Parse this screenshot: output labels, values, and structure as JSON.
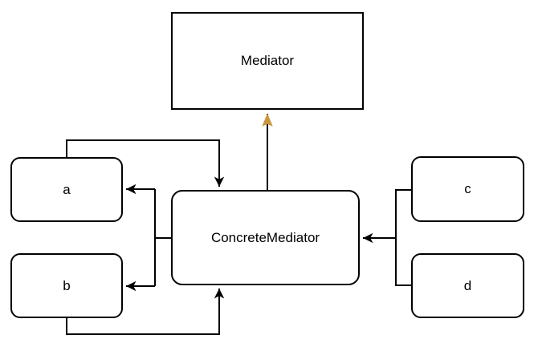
{
  "diagram": {
    "description": "Mediator design pattern object diagram",
    "nodes": [
      {
        "id": "mediator",
        "label": "Mediator",
        "shape": "rectangle"
      },
      {
        "id": "concretemediator",
        "label": "ConcreteMediator",
        "shape": "rounded-rectangle"
      },
      {
        "id": "a",
        "label": "a",
        "shape": "rounded-rectangle"
      },
      {
        "id": "b",
        "label": "b",
        "shape": "rounded-rectangle"
      },
      {
        "id": "c",
        "label": "c",
        "shape": "rounded-rectangle"
      },
      {
        "id": "d",
        "label": "d",
        "shape": "rounded-rectangle"
      }
    ],
    "edges": [
      {
        "from": "concretemediator",
        "to": "mediator",
        "color": "#C8973E",
        "style": "vertical-arrow-up"
      },
      {
        "from": "a",
        "to": "concretemediator",
        "color": "#000000",
        "style": "orthogonal-over-top"
      },
      {
        "from": "b",
        "to": "concretemediator",
        "color": "#000000",
        "style": "orthogonal-under-bottom"
      },
      {
        "from": "concretemediator",
        "to": "a",
        "color": "#000000",
        "style": "left-bracket"
      },
      {
        "from": "concretemediator",
        "to": "b",
        "color": "#000000",
        "style": "left-bracket"
      },
      {
        "from": "c",
        "to": "concretemediator",
        "color": "#000000",
        "style": "right-bracket"
      },
      {
        "from": "d",
        "to": "concretemediator",
        "color": "#000000",
        "style": "right-bracket"
      }
    ],
    "colors": {
      "line": "#000000",
      "accent_arrow": "#C8973E",
      "node_fill": "#FFFFFF",
      "text": "#000000",
      "background": "#FFFFFF"
    }
  }
}
